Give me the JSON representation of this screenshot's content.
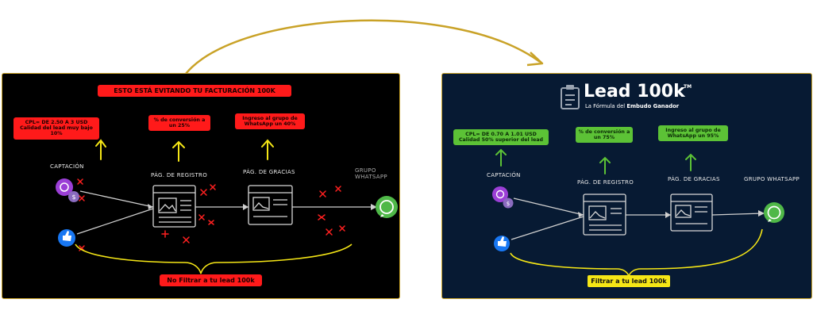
{
  "left": {
    "banner": "ESTO ESTÁ EVITANDO TU FACTURACIÓN 100K",
    "cpl": "CPL= DE 2.50 A 3 USD Calidad del lead muy bajo 10%",
    "conv": "% de conversión a un 25%",
    "whatsapp_rate": "Ingreso al grupo de WhatsApp un 40%",
    "captacion": "CAPTACIÓN",
    "registro": "PÁG. DE REGISTRO",
    "gracias": "PÁG. DE GRACIAS",
    "grupo": "GRUPO WHATSAPP",
    "bottom": "No Filtrar a tu lead 100k"
  },
  "right": {
    "logo_title": "Lead 100k",
    "logo_tm": "TM",
    "logo_subtitle_a": "La Fórmula del ",
    "logo_subtitle_b": "Embudo Ganador",
    "cpl": "CPL= DE 0.70 A 1.01 USD Calidad 50% superior del lead",
    "conv": "% de conversión a un 75%",
    "whatsapp_rate": "Ingreso al grupo de WhatsApp un 95%",
    "captacion": "CAPTACIÓN",
    "registro": "PÁG. DE REGISTRO",
    "gracias": "PÁG. DE GRACIAS",
    "grupo": "GRUPO WHATSAPP",
    "bottom": "Filtrar a tu lead 100k"
  },
  "colors": {
    "gold": "#c9a227",
    "red": "#ff1a1a",
    "green": "#5cc236",
    "yellow": "#f5e616",
    "whatsapp": "#4fb848",
    "facebook": "#1877f2",
    "instagram": "#9b3fd6"
  }
}
